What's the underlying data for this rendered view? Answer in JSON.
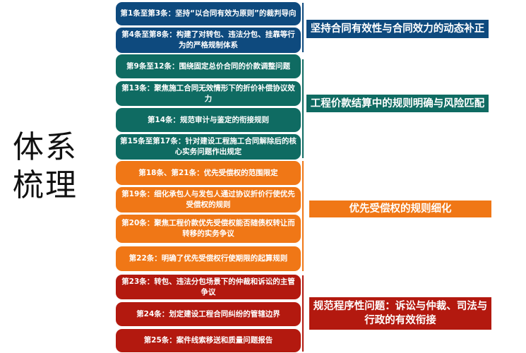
{
  "title": {
    "line1": "体系",
    "line2": "梳理"
  },
  "colors": {
    "blue": "#0e4a7e",
    "teal": "#0f6b62",
    "orange": "#f07716",
    "red": "#b3190f"
  },
  "groups": [
    {
      "label": "坚持合同有效性与合同效力的动态补正",
      "color": "#0e4a7e",
      "items": [
        {
          "text": "第1条至第3条：坚持“以合同有效为原则”的裁判导向"
        },
        {
          "text": "第4条至第8条：构建了对转包、违法分包、挂靠等行为的严格规制体系"
        }
      ]
    },
    {
      "label": "工程价款结算中的规则明确与风险匹配",
      "color": "#0f6b62",
      "items": [
        {
          "text": "第9条至12条：围绕固定总价合同的价款调整问题"
        },
        {
          "text": "第13条：聚焦施工合同无效情形下的折价补偿协议效力"
        },
        {
          "text": "第14条：规范审计与鉴定的衔接规则"
        },
        {
          "text": "第15条至第17条：针对建设工程施工合同解除后的核心实务问题作出规定"
        }
      ]
    },
    {
      "label": "优先受偿权的规则细化",
      "color": "#f07716",
      "items": [
        {
          "text": "第18条、第21条：优先受偿权的范围限定"
        },
        {
          "text": "第19条：细化承包人与发包人通过协议折价行使优先受偿权的规则"
        },
        {
          "text": "第20条：聚焦工程价款优先受偿权能否随债权转让而转移的实务争议"
        },
        {
          "text": "第22条：明确了优先受偿权行使期限的起算规则"
        }
      ]
    },
    {
      "label": "规范程序性问题：诉讼与仲裁、司法与行政的有效衔接",
      "color": "#b3190f",
      "items": [
        {
          "text": "第23条：转包、违法分包场景下的仲裁和诉讼的主管争议"
        },
        {
          "text": "第24条：划定建设工程合同纠纷的管辖边界"
        },
        {
          "text": "第25条：案件线索移送和质量问题报告"
        }
      ]
    }
  ]
}
